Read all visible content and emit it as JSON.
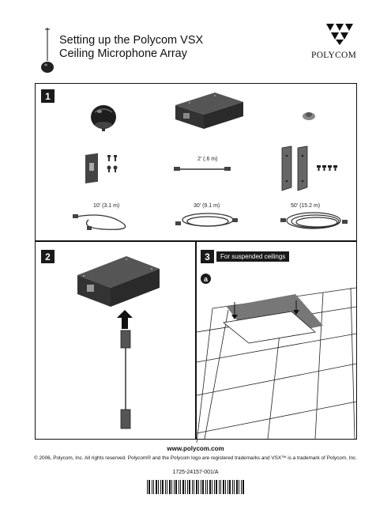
{
  "header": {
    "title_line1": "Setting up the Polycom VSX",
    "title_line2": "Ceiling Microphone Array",
    "brand": "POLYCOM"
  },
  "steps": {
    "step1": "1",
    "step2": "2",
    "step3": "3",
    "step3_banner": "For suspended ceilings",
    "step3_sub": "a"
  },
  "parts": {
    "short_cable": "2' (.6 m)",
    "cable_10": "10' (3.1 m)",
    "cable_30": "30' (9.1 m)",
    "cable_50": "50' (15.2 m)"
  },
  "footer": {
    "url": "www.polycom.com",
    "copyright": "© 2006, Polycom, Inc. All rights reserved. Polycom® and the Polycom logo are registered trademarks and VSX™ is a trademark of Polycom, Inc.",
    "part_number": "1725-24157-001/A"
  }
}
